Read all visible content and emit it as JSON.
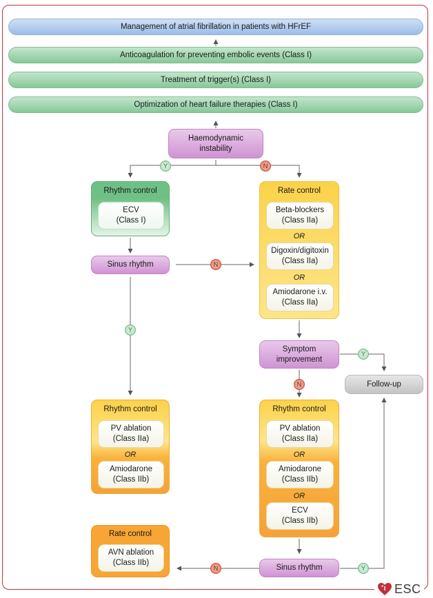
{
  "header_bars": {
    "title": "Management of atrial fibrillation in patients with HFrEF",
    "anticoagulation": "Anticoagulation for preventing embolic events (Class I)",
    "triggers": "Treatment of trigger(s) (Class I)",
    "hf_therapies": "Optimization of heart failure therapies (Class I)"
  },
  "decision_instability": "Haemodynamic instability",
  "rhythm_control_1": {
    "title": "Rhythm control",
    "item": "ECV",
    "item_class": "(Class I)"
  },
  "rate_control_1": {
    "title": "Rate control",
    "items": [
      {
        "name": "Beta-blockers",
        "class": "(Class IIa)"
      },
      {
        "name": "Digoxin/digitoxin",
        "class": "(Class IIa)"
      },
      {
        "name": "Amiodarone i.v.",
        "class": "(Class IIa)"
      }
    ],
    "or": "OR"
  },
  "sinus_rhythm_1": "Sinus rhythm",
  "symptom_improvement": "Symptom improvement",
  "follow_up": "Follow-up",
  "rhythm_control_2": {
    "title": "Rhythm control",
    "items": [
      {
        "name": "PV ablation",
        "class": "(Class IIa)"
      },
      {
        "name": "Amiodarone",
        "class": "(Class IIb)"
      }
    ],
    "or": "OR"
  },
  "rhythm_control_3": {
    "title": "Rhythm control",
    "items": [
      {
        "name": "PV ablation",
        "class": "(Class IIa)"
      },
      {
        "name": "Amiodarone",
        "class": "(Class IIb)"
      },
      {
        "name": "ECV",
        "class": "(Class IIb)"
      }
    ],
    "or": "OR"
  },
  "rate_control_2": {
    "title": "Rate control",
    "item": "AVN ablation",
    "item_class": "(Class IIb)"
  },
  "sinus_rhythm_2": "Sinus rhythm",
  "badges": {
    "yes": "Y",
    "no": "N"
  },
  "logo": {
    "text": "ESC",
    "icon": "heart-logo-icon"
  },
  "colors": {
    "frame": "#c0323a",
    "blue": "#9bbde8",
    "green": "#86c899",
    "purple": "#cf93d3",
    "yellow": "#fbd24a",
    "orange": "#f7a534",
    "grey": "#c4c4c4"
  }
}
